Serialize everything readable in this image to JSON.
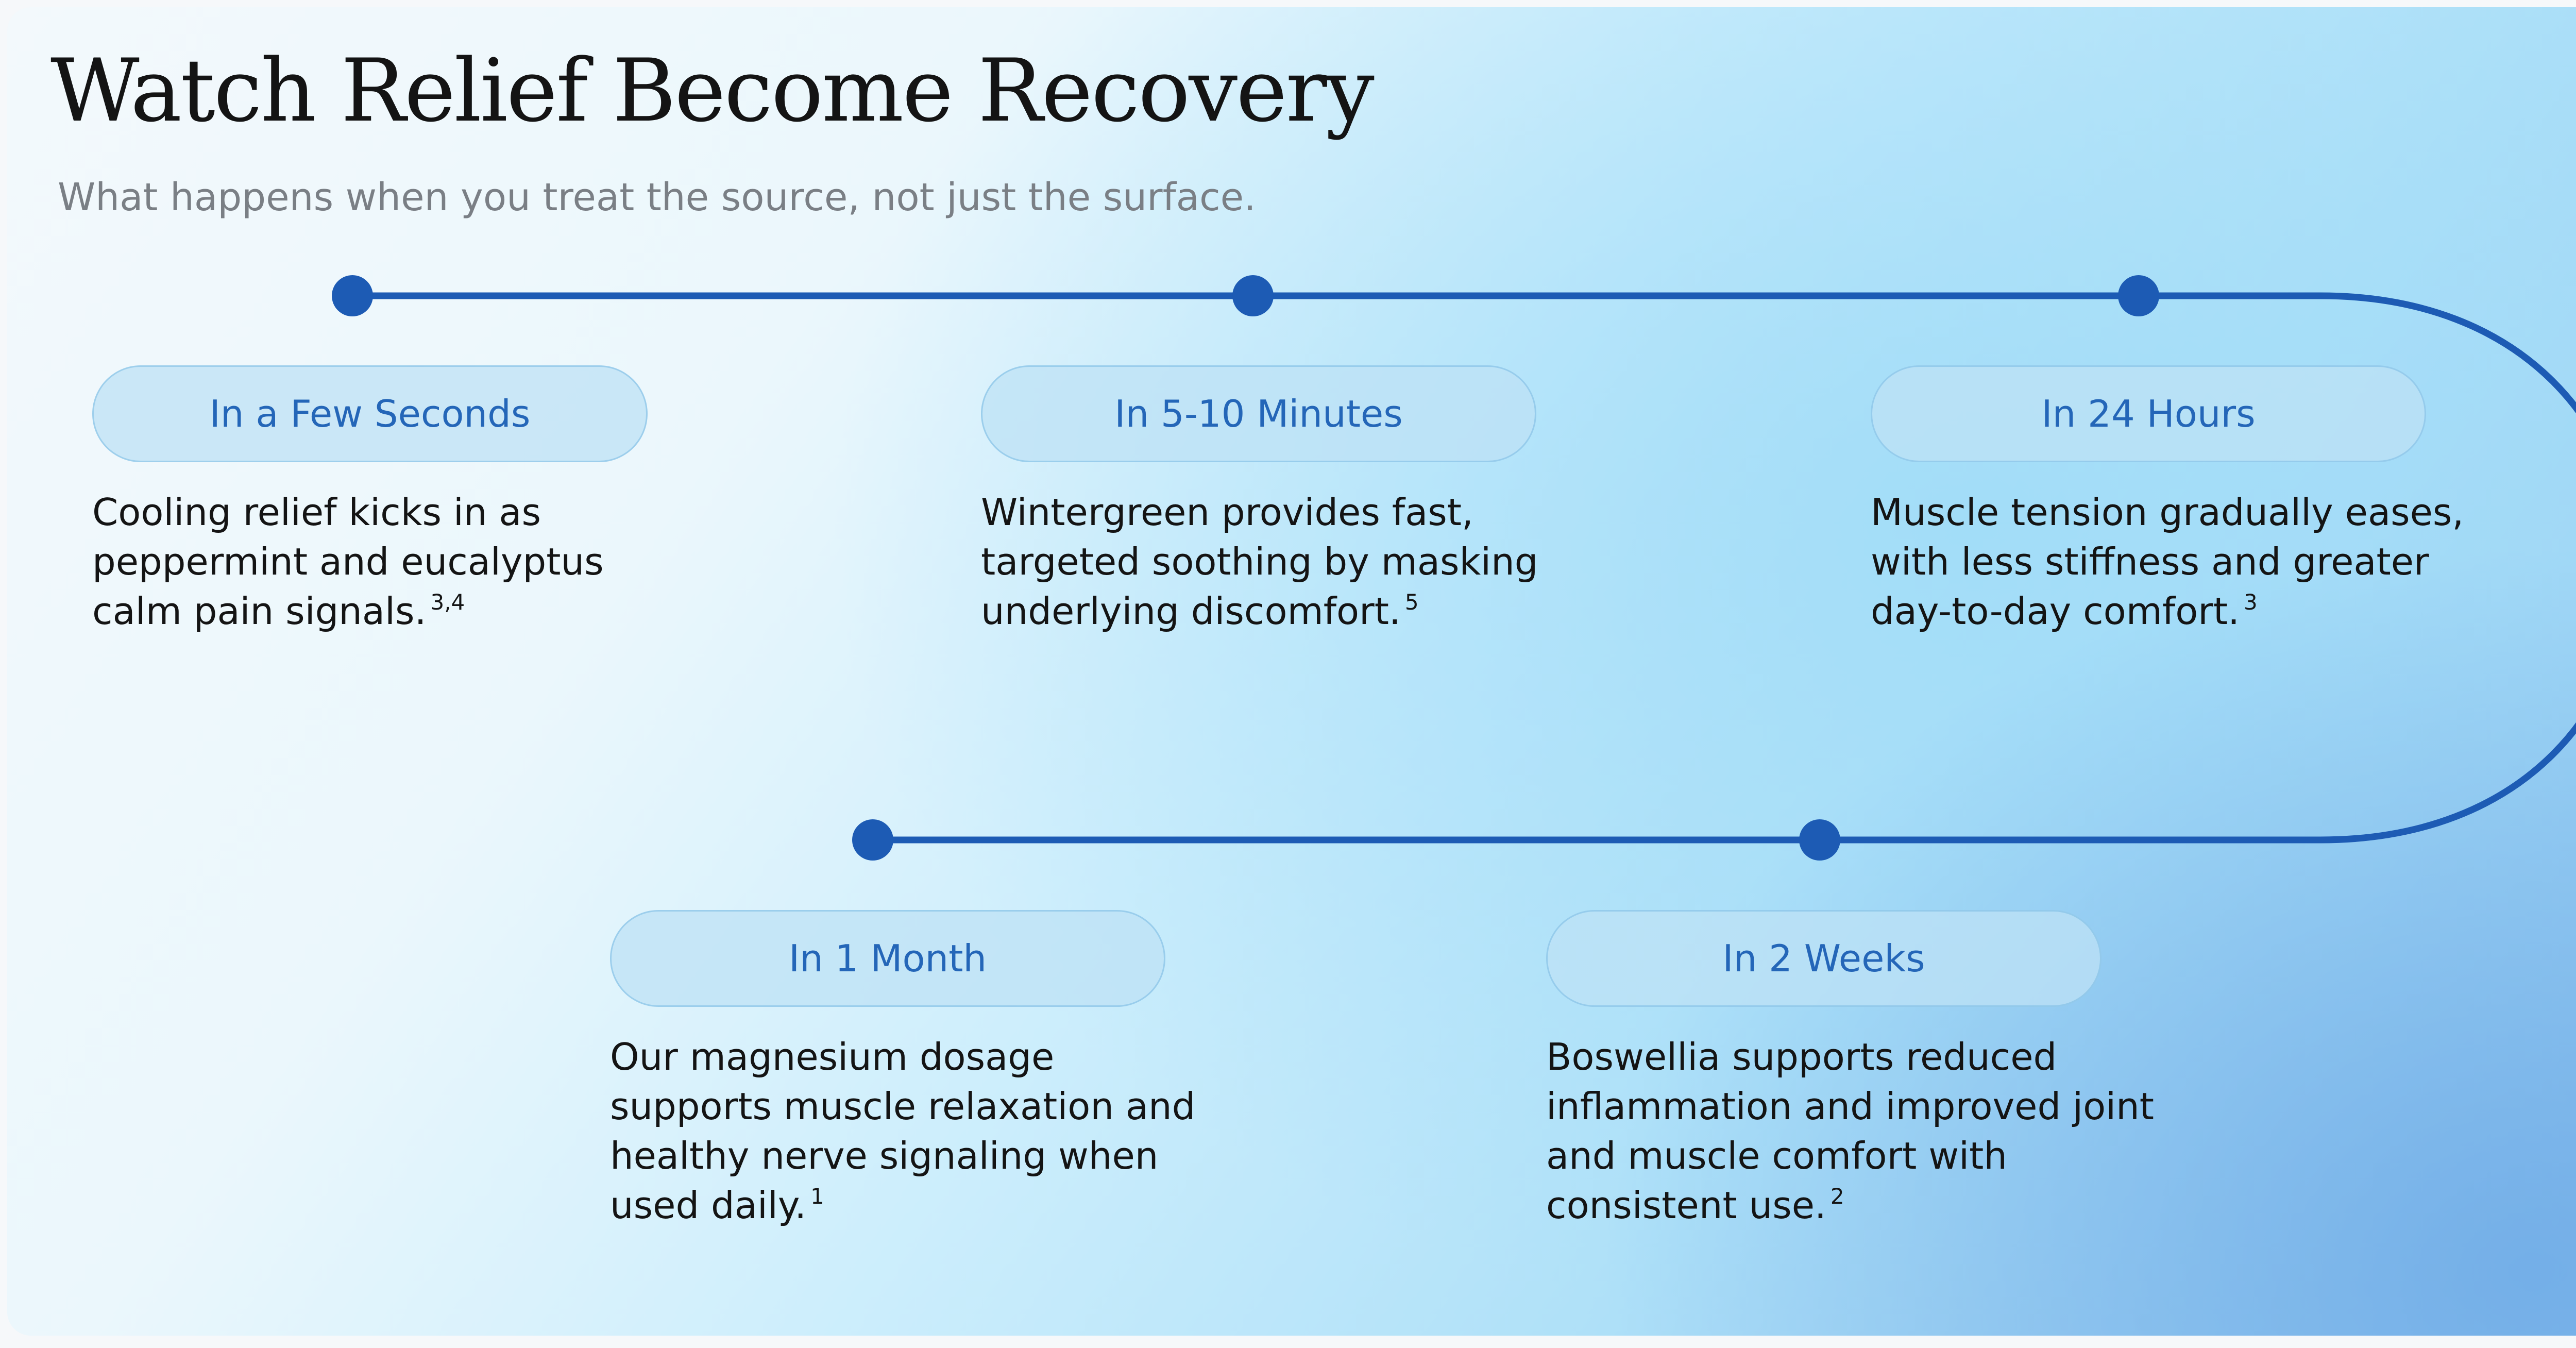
{
  "header": {
    "title": "Watch Relief Become Recovery",
    "subtitle": "What happens when you treat the source, not just the surface."
  },
  "colors": {
    "line": "#1d5bb4",
    "dot": "#1d5bb4",
    "pill_text": "#2466b8"
  },
  "milestones": [
    {
      "label": "In a Few Seconds",
      "description": "Cooling relief kicks in as peppermint and eucalyptus calm pain signals.",
      "citation": "3,4"
    },
    {
      "label": "In 5-10 Minutes",
      "description": "Wintergreen provides fast, targeted soothing by masking underlying discomfort.",
      "citation": "5"
    },
    {
      "label": "In 24 Hours",
      "description": "Muscle tension gradually eases, with less stiffness and greater day-to-day comfort.",
      "citation": "3"
    },
    {
      "label": "In 1 Month",
      "description": "Our magnesium dosage supports muscle relaxation and healthy nerve signaling when used daily.",
      "citation": "1"
    },
    {
      "label": "In 2 Weeks",
      "description": "Boswellia supports reduced inflammation and improved joint and muscle comfort with consistent use.",
      "citation": "2"
    }
  ]
}
